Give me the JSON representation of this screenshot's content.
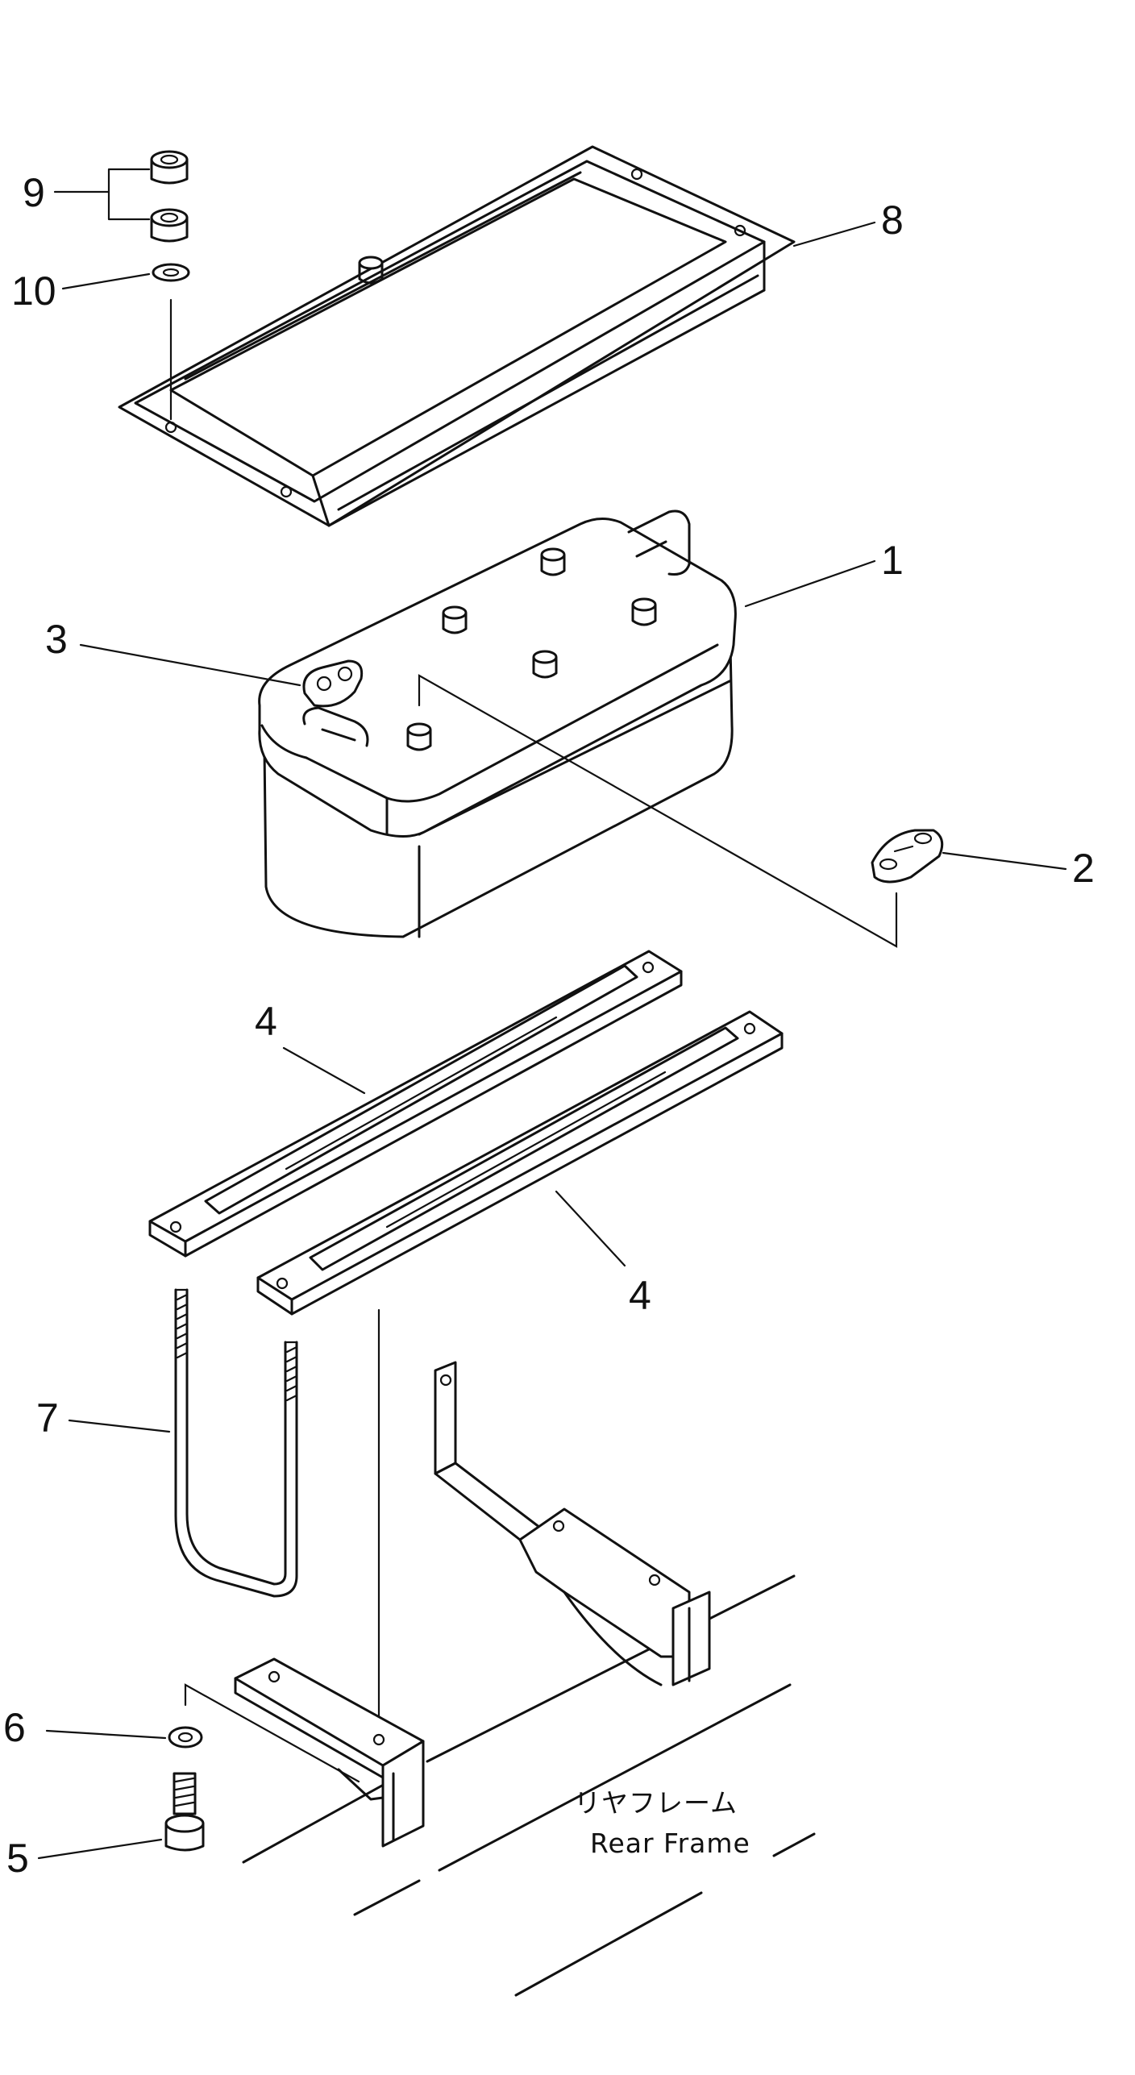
{
  "callouts": {
    "c1": "1",
    "c2": "2",
    "c3": "3",
    "c4a": "4",
    "c4b": "4",
    "c5": "5",
    "c6": "6",
    "c7": "7",
    "c8": "8",
    "c9": "9",
    "c10": "10"
  },
  "frame_label": {
    "japanese": "リヤフレーム",
    "english": "Rear Frame"
  }
}
